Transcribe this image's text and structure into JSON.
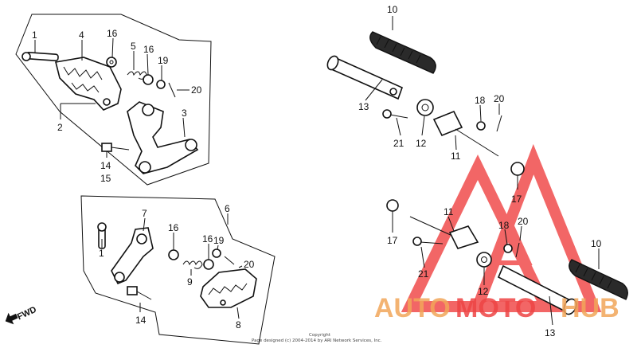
{
  "labels": {
    "upper_left": {
      "p1": "1",
      "p4": "4",
      "p16a": "16",
      "p5": "5",
      "p16b": "16",
      "p19": "19",
      "p20": "20",
      "p2": "2",
      "p3": "3",
      "p14": "14",
      "p15": "15"
    },
    "lower_left": {
      "p6": "6",
      "p7": "7",
      "p1": "1",
      "p16a": "16",
      "p16b": "16",
      "p19": "19",
      "p20": "20",
      "p9": "9",
      "p14": "14",
      "p8": "8"
    },
    "upper_right": {
      "p10": "10",
      "p13": "13",
      "p18": "18",
      "p20": "20",
      "p21": "21",
      "p12": "12",
      "p11": "11"
    },
    "lower_right": {
      "p17a": "17",
      "p11": "11",
      "p17b": "17",
      "p18": "18",
      "p20": "20",
      "p10": "10",
      "p21": "21",
      "p12": "12",
      "p13": "13"
    }
  },
  "fwd_label": "FWD",
  "copyright": {
    "line1": "Copyright",
    "line2": "Page designed (c) 2004-2014 by ARI Network Services, Inc."
  },
  "watermark": {
    "part1": "AUTO",
    "part2": "MOTO",
    "part3": "HUB",
    "colors": {
      "auto": "#f2a65a",
      "moto": "#ee4444",
      "hub": "#f2a65a",
      "triangle": "#ee3333"
    }
  }
}
